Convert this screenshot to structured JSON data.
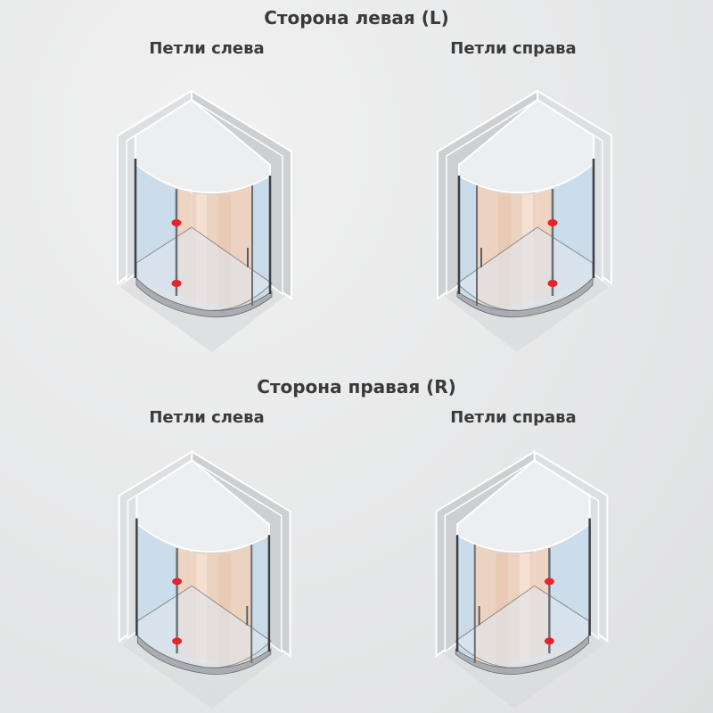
{
  "sections": [
    {
      "title": "Сторона левая (L)",
      "variants": [
        {
          "label": "Петли слева",
          "hinge_side": "left"
        },
        {
          "label": "Петли справа",
          "hinge_side": "right"
        }
      ]
    },
    {
      "title": "Сторона правая (R)",
      "variants": [
        {
          "label": "Петли слева",
          "hinge_side": "left"
        },
        {
          "label": "Петли справа",
          "hinge_side": "right"
        }
      ]
    }
  ],
  "colors": {
    "hinge": "#e8222a",
    "glass_fixed": "#c9dcea",
    "glass_door": "#f0d3bf",
    "wall_left": "#dde0e3",
    "wall_right": "#cdd0d3",
    "profile": "#3c3f44"
  }
}
